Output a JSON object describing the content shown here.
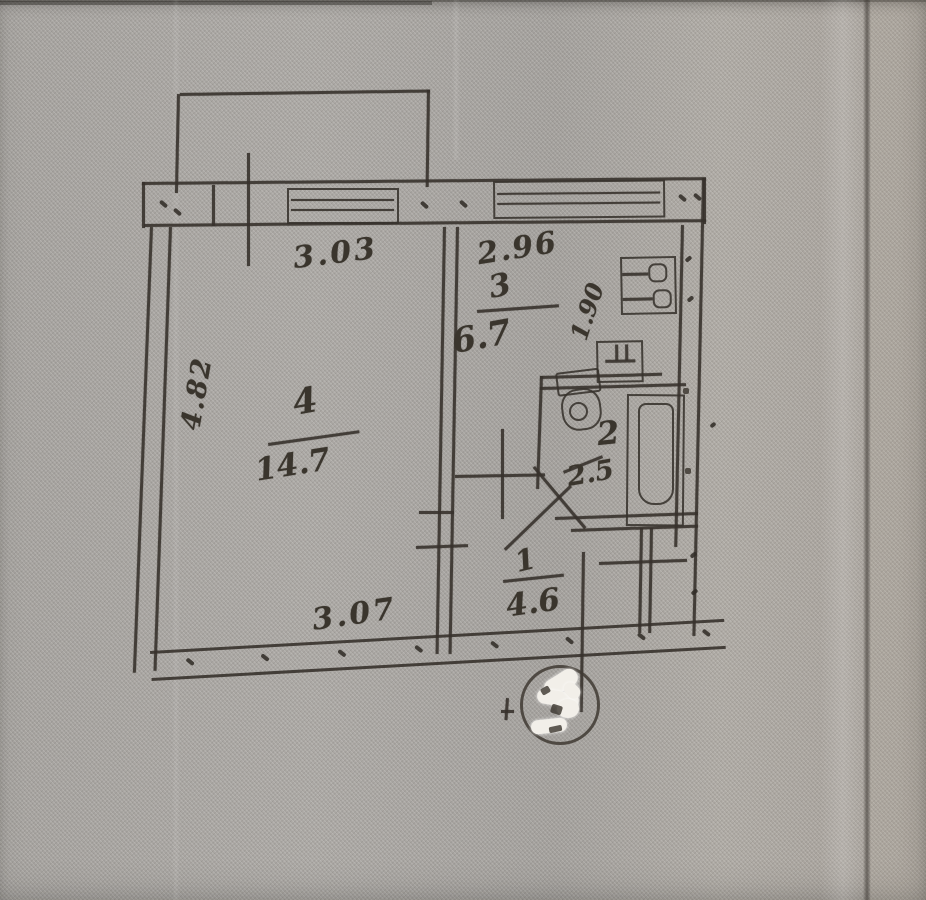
{
  "image": {
    "description": "Photographed apartment floor-plan drawing (BTI style) printed on gray woven fabric-backed paper",
    "colors": {
      "fabric": "#a9a6a2",
      "ink": "#423d36",
      "stamp_white": "#f2efe9",
      "crease": "#5f5a52"
    }
  },
  "plan": {
    "rooms": {
      "living": {
        "number": "4",
        "area": "14.7"
      },
      "kitchen": {
        "number": "3",
        "area": "6.7"
      },
      "bathroom": {
        "number": "2",
        "area": "2.5"
      },
      "hall": {
        "number": "1",
        "area": "4.6"
      }
    },
    "dimensions": {
      "living_width_top": "3.03",
      "kitchen_width_top": "2.96",
      "living_height_left": "4.82",
      "living_width_bottom": "3.07",
      "kitchen_depth": "1.90"
    },
    "fixtures": {
      "stove": "stove-icon",
      "sink": "sink-icon",
      "toilet": "toilet-icon",
      "bathtub": "bathtub-icon"
    },
    "stamp": {
      "shape": "round-seal-partially-whited-out"
    }
  }
}
